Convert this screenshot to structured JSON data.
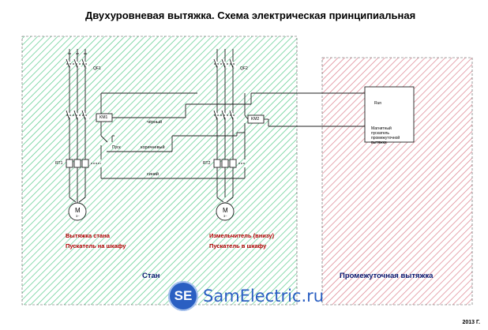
{
  "title": "Двухуровневая вытяжка. Схема электрическая принципиальная",
  "zones": {
    "left": {
      "label": "Стан",
      "hatch_color": "#4cc27a"
    },
    "right": {
      "label": "Промежуточная вытяжка",
      "hatch_color": "#d46a7a"
    }
  },
  "breakers": {
    "qf1": "QF1",
    "qf2": "QF2"
  },
  "relays": {
    "rt1": "RT1",
    "rt2": "RT2"
  },
  "contactors": {
    "km1": "KM1",
    "km2": "KM2"
  },
  "button": "Пуск",
  "wires": {
    "black": "чёрный",
    "brown": "коричневый",
    "blue": "синий"
  },
  "motors": {
    "m1": "M",
    "m2": "M",
    "m_sub": "3~"
  },
  "remote_box": {
    "run": "Run",
    "caption": "Магнитный пускатель промежуточной вытяжки"
  },
  "labels": {
    "left_1": "Вытяжка стана",
    "left_2": "Пускатель на шкафу",
    "right_1": "Измельчитель (внизу)",
    "right_2": "Пускатель в шкафу"
  },
  "logo": {
    "badge": "SE",
    "text": "SamElectric.ru"
  },
  "year": "2013 Г."
}
